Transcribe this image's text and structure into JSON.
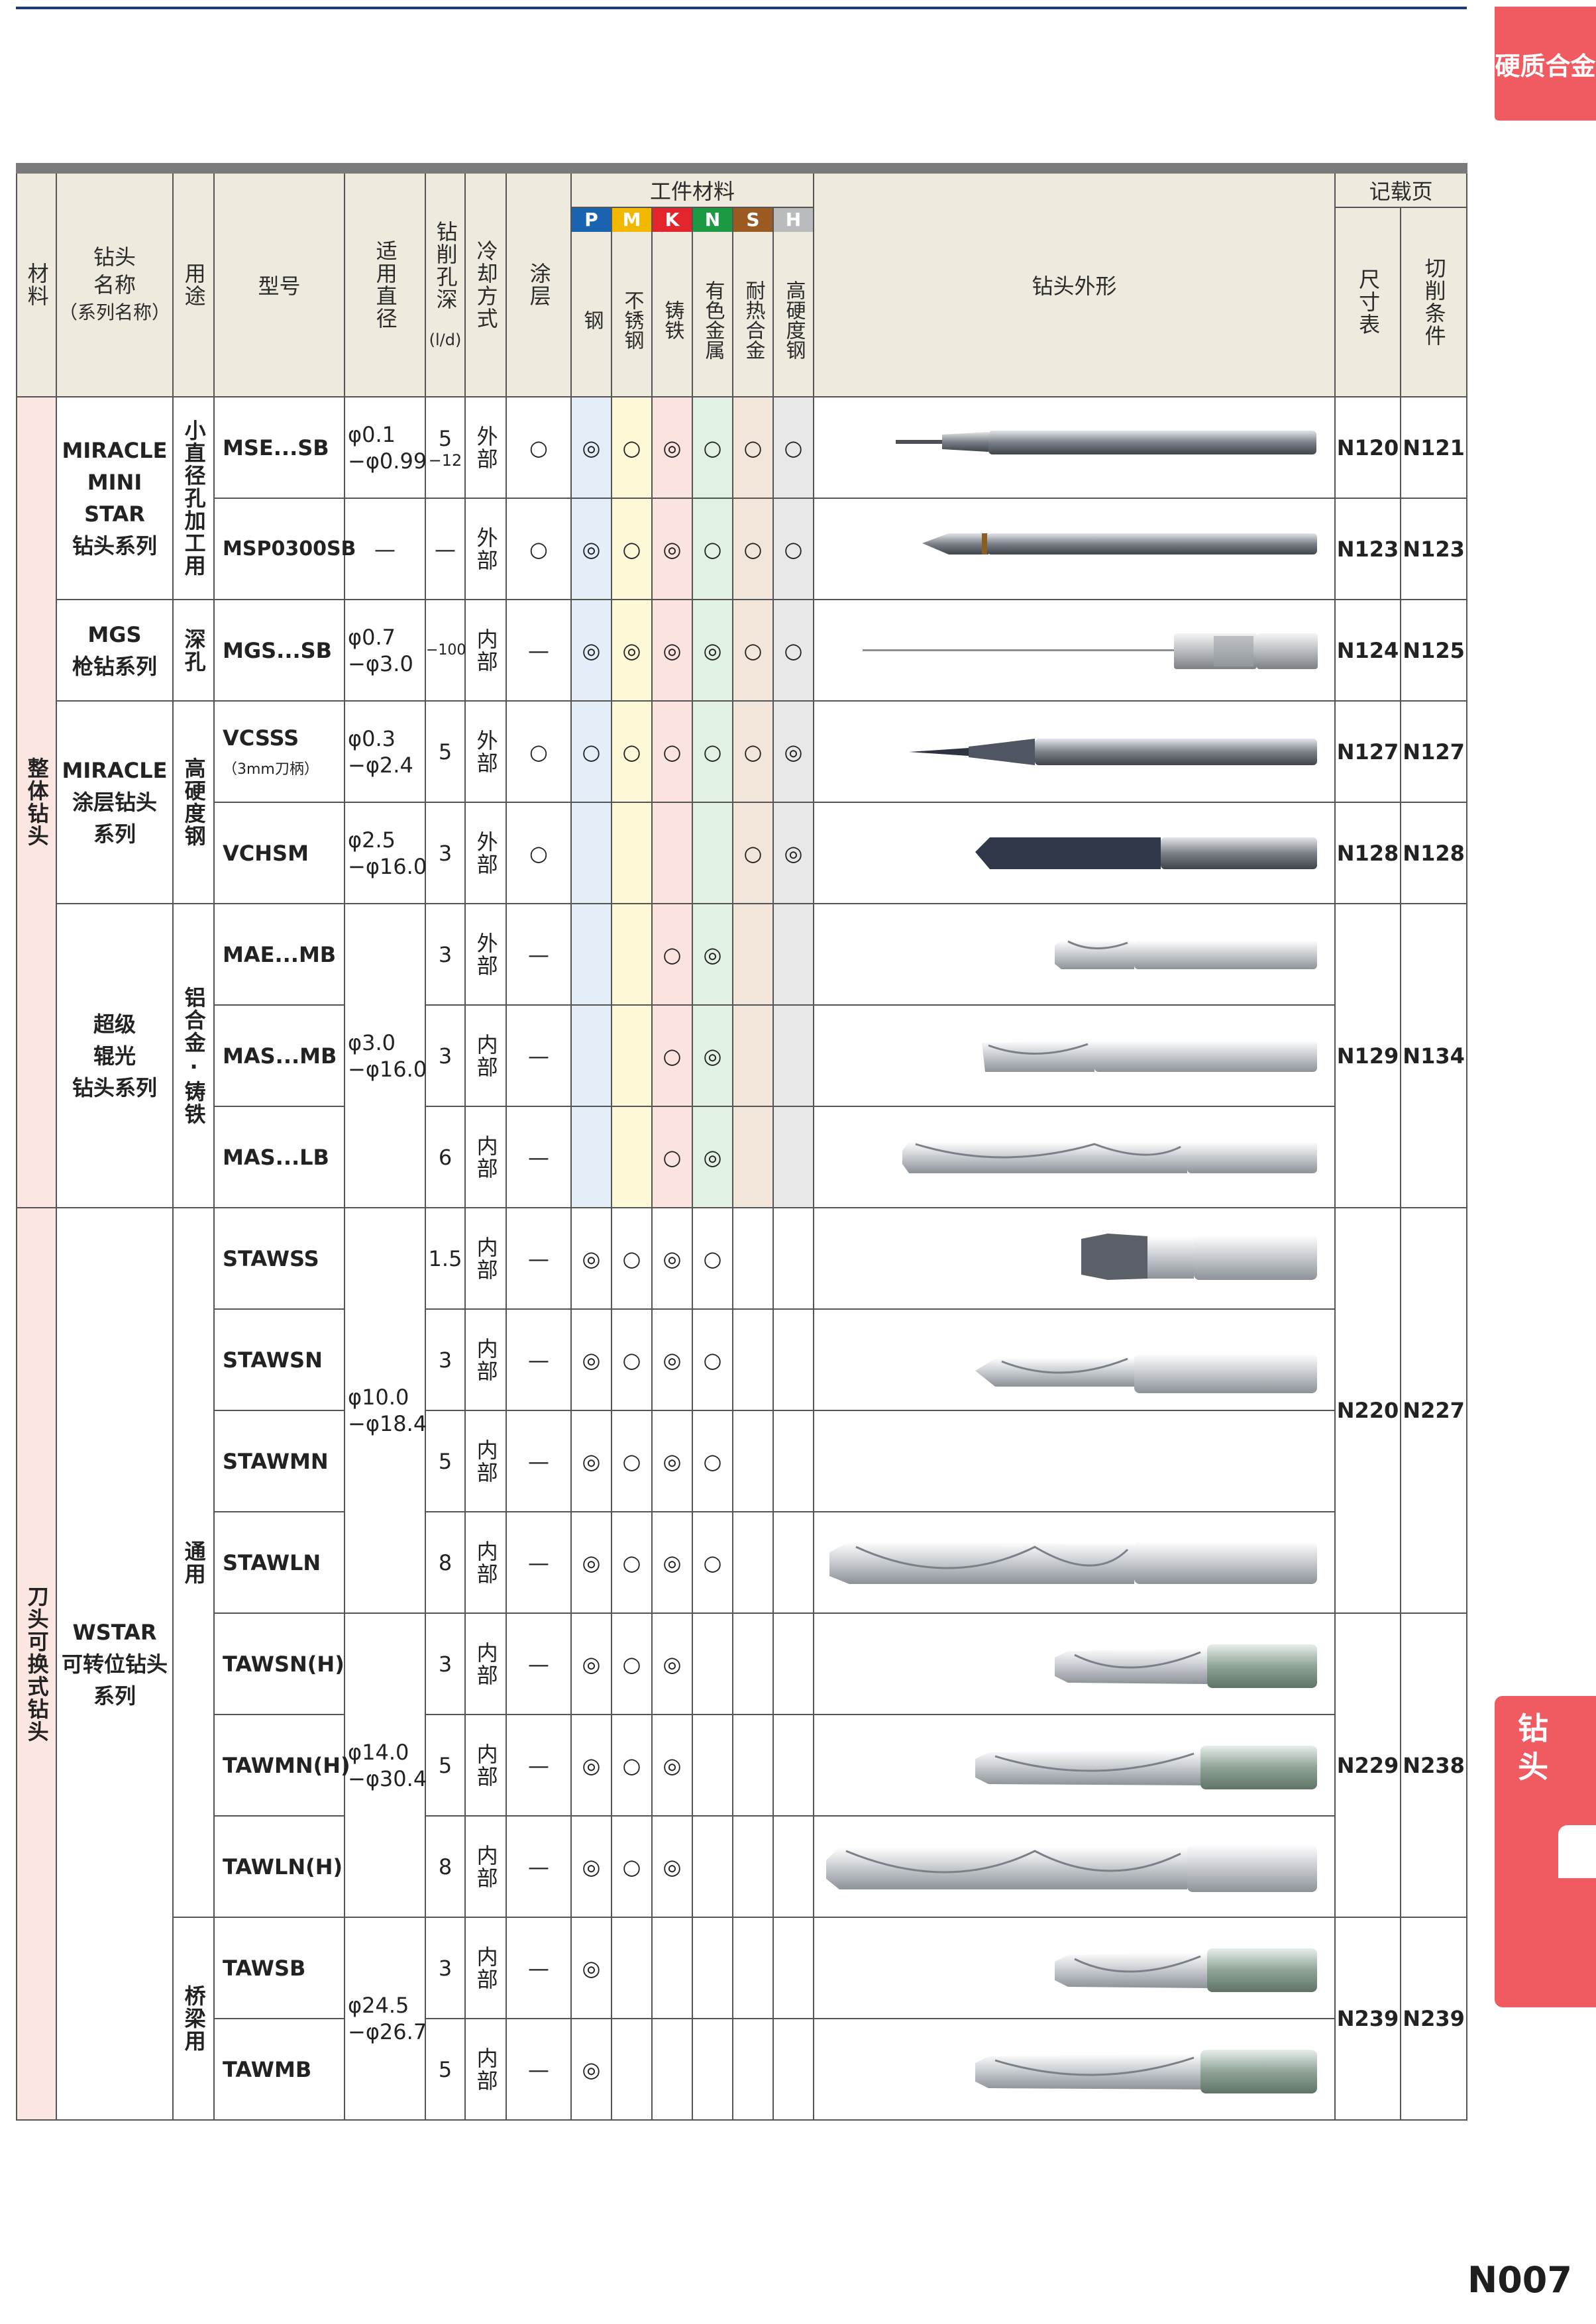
{
  "header_tab": "硬质合金",
  "side_tab": "钻头",
  "page_number": "N007",
  "table_headers": {
    "material": "材料",
    "series": "钻头名称（系列名称）",
    "series_lines": [
      "钻头",
      "名称",
      "（系列名称）"
    ],
    "usage": "用途",
    "model": "型号",
    "diameter": "适用直径",
    "depth": "钻削孔深",
    "depth_unit": "(l/d)",
    "coolant": "冷却方式",
    "coating": "涂层",
    "work_material": "工件材料",
    "drill_shape": "钻头外形",
    "ref_pages": "记载页",
    "ref_size": "尺寸表",
    "ref_cut": "切削条件"
  },
  "materials": [
    {
      "code": "P",
      "name": "钢",
      "color": "#1a63b0"
    },
    {
      "code": "M",
      "name": "不锈钢",
      "color": "#f2b800"
    },
    {
      "code": "K",
      "name": "铸铁",
      "color": "#e2262c"
    },
    {
      "code": "N",
      "name": "有色金属",
      "color": "#1c9a43"
    },
    {
      "code": "S",
      "name": "耐热合金",
      "color": "#9a5a22"
    },
    {
      "code": "H",
      "name": "高硬度钢",
      "color": "#b9bbbd"
    }
  ],
  "categories": [
    {
      "name": "整体钻头"
    },
    {
      "name": "刀头可换式钻头"
    }
  ],
  "groups": {
    "g1": {
      "series": [
        "MIRACLE",
        "MINI STAR",
        "钻头系列"
      ],
      "usage": "小直径孔加工用"
    },
    "g2": {
      "series": [
        "MGS",
        "枪钻系列"
      ],
      "usage": "深孔"
    },
    "g3": {
      "series": [
        "MIRACLE",
        "涂层钻头",
        "系列"
      ],
      "usage": "高硬度钢"
    },
    "g4": {
      "series": [
        "超级",
        "辊光",
        "钻头系列"
      ],
      "usage": "铝合金·铸铁",
      "diameter": [
        "φ3.0",
        "−φ16.0"
      ],
      "ref1": "N129",
      "ref2": "N134"
    },
    "g5": {
      "series": [
        "WSTAR",
        "可转位钻头",
        "系列"
      ],
      "usage_a": "通用",
      "usage_b": "桥梁用",
      "diam_a": [
        "φ10.0",
        "−φ18.4"
      ],
      "diam_b": [
        "φ14.0",
        "−φ30.4"
      ],
      "diam_c": [
        "φ24.5",
        "−φ26.7"
      ],
      "ref_a1": "N220",
      "ref_a2": "N227",
      "ref_b1": "N229",
      "ref_b2": "N238",
      "ref_c1": "N239",
      "ref_c2": "N239"
    }
  },
  "rows": [
    {
      "model": "MSE...SB",
      "diam": [
        "φ0.1",
        "−φ0.99"
      ],
      "ld": [
        "5",
        "−12"
      ],
      "cool": "外部",
      "coat": "○",
      "P": "◎",
      "M": "○",
      "K": "◎",
      "N": "○",
      "S": "○",
      "H": "○",
      "ref1": "N120",
      "ref2": "N121"
    },
    {
      "model": "MSP0300SB",
      "diam": [
        "—"
      ],
      "ld": [
        "—"
      ],
      "cool": "外部",
      "coat": "○",
      "P": "◎",
      "M": "○",
      "K": "◎",
      "N": "○",
      "S": "○",
      "H": "○",
      "ref1": "N123",
      "ref2": "N123"
    },
    {
      "model": "MGS...SB",
      "diam": [
        "φ0.7",
        "−φ3.0"
      ],
      "ld": [
        "−100"
      ],
      "cool": "内部",
      "coat": "—",
      "P": "◎",
      "M": "◎",
      "K": "◎",
      "N": "◎",
      "S": "○",
      "H": "○",
      "ref1": "N124",
      "ref2": "N125"
    },
    {
      "model": "VCSSS",
      "model_note": "（3mm刀柄）",
      "diam": [
        "φ0.3",
        "−φ2.4"
      ],
      "ld": [
        "5"
      ],
      "cool": "外部",
      "coat": "○",
      "P": "○",
      "M": "○",
      "K": "○",
      "N": "○",
      "S": "○",
      "H": "◎",
      "ref1": "N127",
      "ref2": "N127"
    },
    {
      "model": "VCHSM",
      "diam": [
        "φ2.5",
        "−φ16.0"
      ],
      "ld": [
        "3"
      ],
      "cool": "外部",
      "coat": "○",
      "P": "",
      "M": "",
      "K": "",
      "N": "",
      "S": "○",
      "H": "◎",
      "ref1": "N128",
      "ref2": "N128"
    },
    {
      "model": "MAE...MB",
      "ld": [
        "3"
      ],
      "cool": "外部",
      "coat": "—",
      "K": "○",
      "N": "◎"
    },
    {
      "model": "MAS...MB",
      "ld": [
        "3"
      ],
      "cool": "内部",
      "coat": "—",
      "K": "○",
      "N": "◎"
    },
    {
      "model": "MAS...LB",
      "ld": [
        "6"
      ],
      "cool": "内部",
      "coat": "—",
      "K": "○",
      "N": "◎"
    },
    {
      "model": "STAWSS",
      "ld": [
        "1.5"
      ],
      "cool": "内部",
      "coat": "—",
      "P": "◎",
      "M": "○",
      "K": "◎",
      "N": "○"
    },
    {
      "model": "STAWSN",
      "ld": [
        "3"
      ],
      "cool": "内部",
      "coat": "—",
      "P": "◎",
      "M": "○",
      "K": "◎",
      "N": "○"
    },
    {
      "model": "STAWMN",
      "ld": [
        "5"
      ],
      "cool": "内部",
      "coat": "—",
      "P": "◎",
      "M": "○",
      "K": "◎",
      "N": "○"
    },
    {
      "model": "STAWLN",
      "ld": [
        "8"
      ],
      "cool": "内部",
      "coat": "—",
      "P": "◎",
      "M": "○",
      "K": "◎",
      "N": "○"
    },
    {
      "model": "TAWSN(H)",
      "ld": [
        "3"
      ],
      "cool": "内部",
      "coat": "—",
      "P": "◎",
      "M": "○",
      "K": "◎"
    },
    {
      "model": "TAWMN(H)",
      "ld": [
        "5"
      ],
      "cool": "内部",
      "coat": "—",
      "P": "◎",
      "M": "○",
      "K": "◎"
    },
    {
      "model": "TAWLN(H)",
      "ld": [
        "8"
      ],
      "cool": "内部",
      "coat": "—",
      "P": "◎",
      "M": "○",
      "K": "◎"
    },
    {
      "model": "TAWSB",
      "ld": [
        "3"
      ],
      "cool": "内部",
      "coat": "—",
      "P": "◎"
    },
    {
      "model": "TAWMB",
      "ld": [
        "5"
      ],
      "cool": "内部",
      "coat": "—",
      "P": "◎"
    }
  ]
}
